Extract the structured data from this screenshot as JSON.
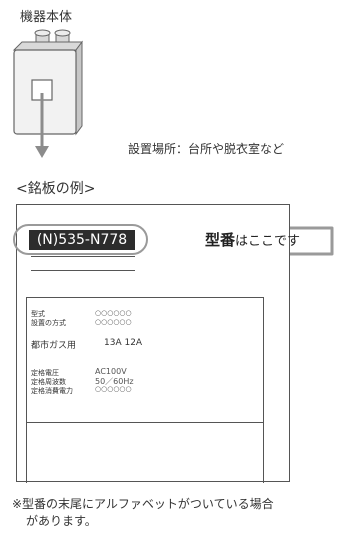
{
  "unit": {
    "title": "機器本体"
  },
  "install": {
    "text": "設置場所：台所や脱衣室など"
  },
  "plate": {
    "example_label": "<銘板の例>",
    "model_number": "(N)535-N778",
    "specs": {
      "model_type_label": "型式",
      "model_type_value": "○○○○○○",
      "install_method_label": "設置の方式",
      "install_method_value": "○○○○○○",
      "city_gas_label": "都市ガス用",
      "city_gas_value": "13A 12A",
      "rated_voltage_label": "定格電圧",
      "rated_voltage_value": "AC100V",
      "rated_freq_label": "定格周波数",
      "rated_freq_value": "50／60Hz",
      "rated_power_label": "定格消費電力",
      "rated_power_value": "○○○○○○"
    }
  },
  "callout": {
    "bold": "型番",
    "rest": "はここです"
  },
  "note": {
    "line1": "※型番の末尾にアルファベットがついている場合",
    "line2": "があります。"
  }
}
